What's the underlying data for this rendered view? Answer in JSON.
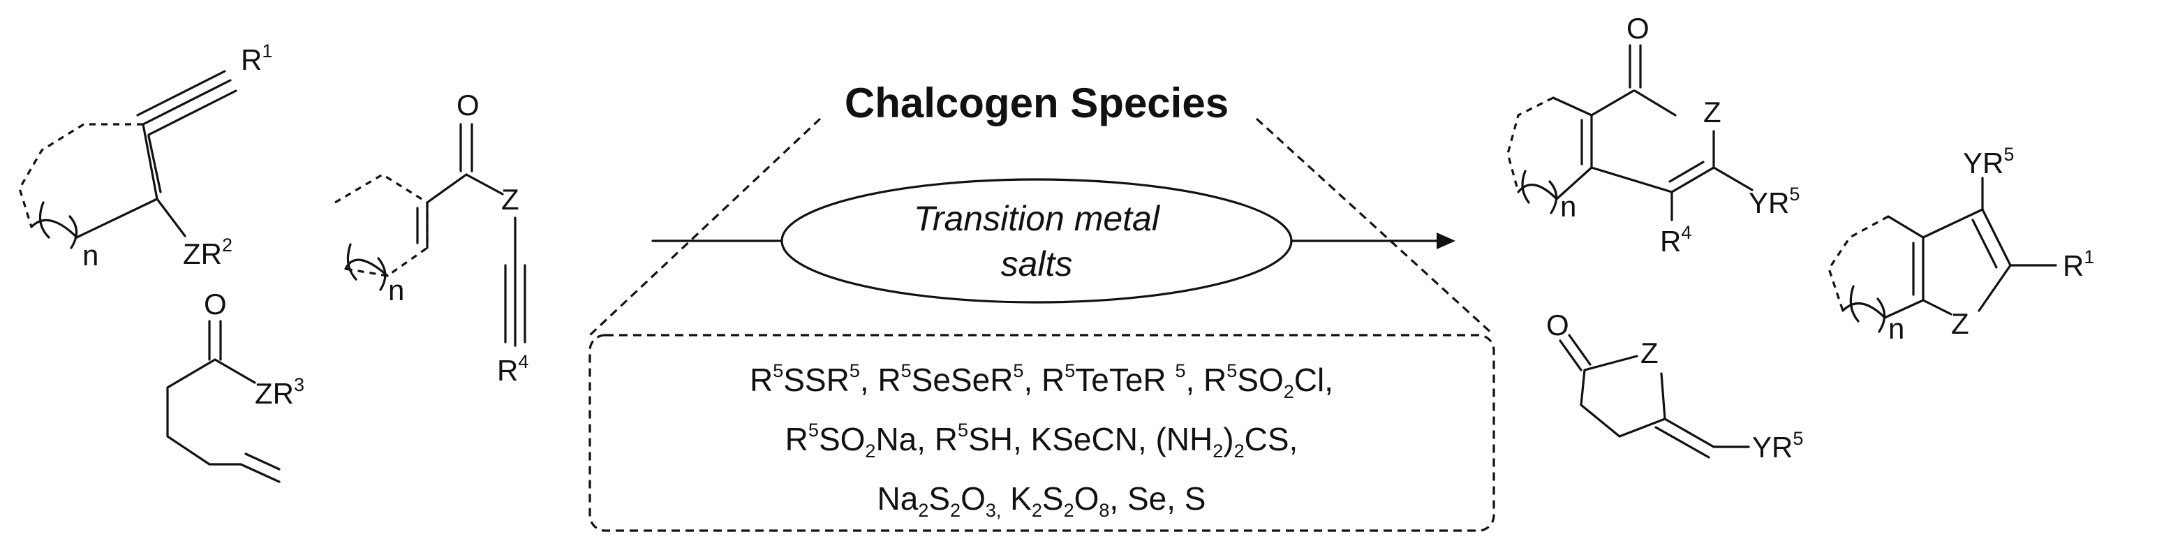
{
  "title": "Chalcogen Species",
  "condition": {
    "line1": "Transition metal",
    "line2": "salts"
  },
  "reagents": {
    "line1": "R5SSR5, R5SeSeR5, R5TeTeR 5, R5SO2Cl,",
    "line2": "R5SO2Na, R5SH, KSeCN, (NH2)2CS,",
    "line3": "Na2S2O3, K2S2O8, Se, S"
  },
  "substrates": {
    "alkyne_aryl": {
      "r1": "R1",
      "zr2": "ZR2",
      "n": "n"
    },
    "alkenyl_ester": {
      "o": "O",
      "zr3": "ZR3"
    },
    "ynyl_aroyl": {
      "o": "O",
      "z": "Z",
      "r4": "R4",
      "n": "n"
    }
  },
  "products": {
    "pyranone": {
      "o": "O",
      "z": "Z",
      "yr5": "YR5",
      "r4": "R4",
      "n": "n"
    },
    "lactone": {
      "o": "O",
      "z": "Z",
      "yr5": "YR5"
    },
    "benzo_heterocycle": {
      "yr5": "YR5",
      "r1": "R1",
      "z": "Z",
      "n": "n"
    }
  }
}
